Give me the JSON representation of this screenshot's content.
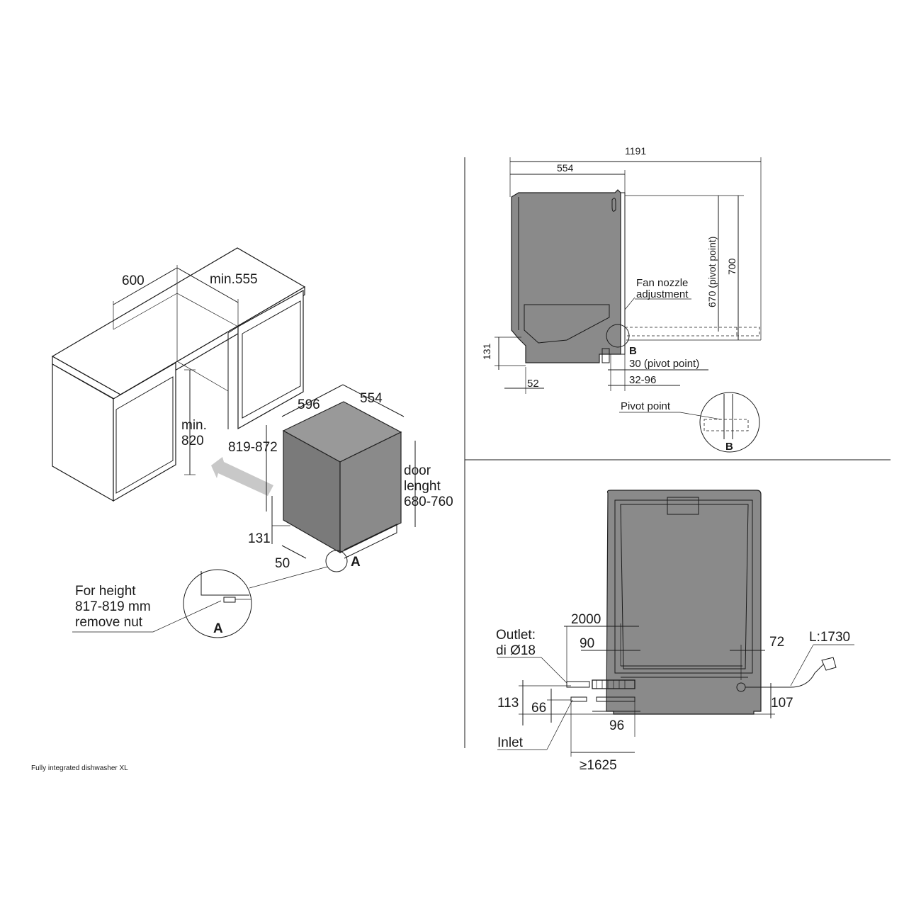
{
  "caption": "Fully integrated dishwasher XL",
  "colors": {
    "unit": "#8a8a8a",
    "line": "#1a1a1a",
    "arrow": "#c8c8c8"
  },
  "iso": {
    "cabinet_width": "600",
    "cabinet_depth": "min.555",
    "cabinet_height_l1": "min.",
    "cabinet_height_l2": "820",
    "unit_width": "596",
    "unit_depth": "554",
    "unit_height": "819-872",
    "door_l1": "door",
    "door_l2": "lenght",
    "door_l3": "680-760",
    "plinth_height": "131",
    "plinth_depth": "50",
    "detail_marker": "A",
    "note_l1": "For height",
    "note_l2": "817-819 mm",
    "note_l3": "remove nut",
    "detail_label": "A"
  },
  "side": {
    "total_length": "1191",
    "depth": "554",
    "pivot_height": "670 (pivot point)",
    "height": "700",
    "fan_l1": "Fan nozzle",
    "fan_l2": "adjustment",
    "foot_height": "131",
    "foot_depth": "52",
    "pivot_offset": "30 (pivot point)",
    "range": "32-96",
    "marker": "B",
    "pivot_label": "Pivot point",
    "detail_label": "B"
  },
  "front": {
    "outlet_l1": "Outlet:",
    "outlet_l2": "di Ø18",
    "hose_length": "2000",
    "left_offset": "90",
    "right_offset": "72",
    "cable_length": "L:1730",
    "height_113": "113",
    "height_66": "66",
    "height_107": "107",
    "width_96": "96",
    "inlet": "Inlet",
    "min_length": "≥1625"
  }
}
